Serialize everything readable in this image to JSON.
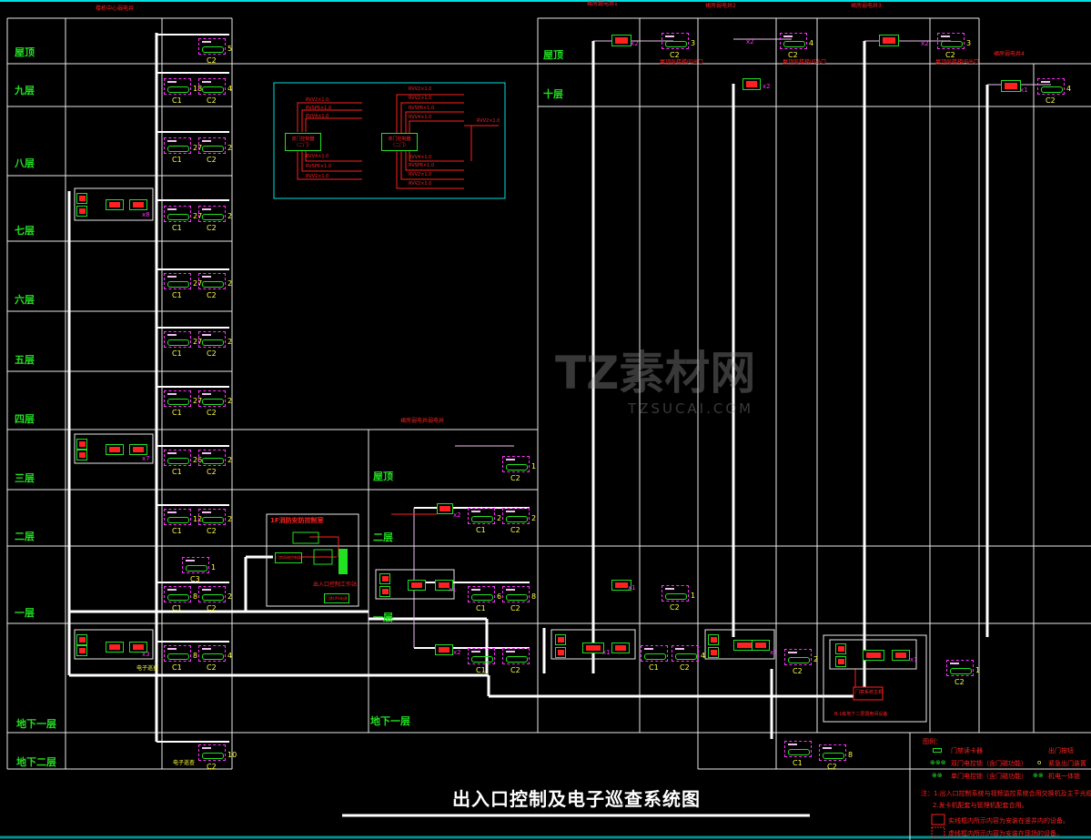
{
  "title": "出入口控制及电子巡查系统图",
  "left_building": {
    "header": "楼栋中心弱电井",
    "floors": [
      "屋顶",
      "九层",
      "八层",
      "七层",
      "六层",
      "五层",
      "四层",
      "三层",
      "二层",
      "一层",
      "地下一层",
      "地下二层"
    ]
  },
  "middle_building": {
    "header": "裙房弱电井弱电井",
    "floors": [
      "屋顶",
      "二层",
      "一层",
      "地下一层"
    ]
  },
  "right_building": {
    "headers": [
      "裙房弱电井1",
      "裙房弱电井2",
      "裙房弱电井3",
      "裙房弱电井4"
    ],
    "floors": [
      "屋顶",
      "十层"
    ]
  },
  "control_room": {
    "title": "1F消防安防控制室",
    "controller": "门禁网络控制器",
    "workstation": "出入口控制工作站",
    "ups": "门禁UPS电源"
  },
  "wiring_detail": {
    "left_box": {
      "label": "双门控制器",
      "sub": "（二门）",
      "cables_top": [
        "RVV2×1.0",
        "RVSP6×1.0",
        "RVV4×1.0"
      ],
      "cables_bottom": [
        "RVV4×1.0",
        "RVSP6×1.0",
        "RVV2×1.0"
      ]
    },
    "right_box": {
      "label": "单门控制器",
      "sub": "（二门）",
      "cables_top": [
        "RVV2×1.0",
        "RVV2×1.0",
        "RVSP6×1.0",
        "RVV4×1.0"
      ],
      "cables_bottom": [
        "RVV4×1.0",
        "RVSP6×1.0",
        "RVV2×1.0",
        "RVV2×1.0"
      ],
      "side": "RVV2×1.0"
    }
  },
  "devices": [
    {
      "label": "C2",
      "count": "5"
    },
    {
      "label": "C1",
      "count": "18"
    },
    {
      "label": "C2",
      "count": "4"
    },
    {
      "label": "C1",
      "count": "27"
    },
    {
      "label": "C2",
      "count": "2"
    },
    {
      "label": "C1",
      "count": "27"
    },
    {
      "label": "C2",
      "count": "2"
    },
    {
      "label": "C1",
      "count": "27"
    },
    {
      "label": "C2",
      "count": "2"
    },
    {
      "label": "C1",
      "count": "27"
    },
    {
      "label": "C2",
      "count": "2"
    },
    {
      "label": "C1",
      "count": "27"
    },
    {
      "label": "C2",
      "count": "2"
    },
    {
      "label": "C1",
      "count": "26"
    },
    {
      "label": "C2",
      "count": "2"
    },
    {
      "label": "C1",
      "count": "12"
    },
    {
      "label": "C2",
      "count": "2"
    },
    {
      "label": "C3",
      "count": "1"
    },
    {
      "label": "C1",
      "count": "8"
    },
    {
      "label": "C2",
      "count": "2"
    },
    {
      "label": "C1",
      "count": "8"
    },
    {
      "label": "C2",
      "count": "4"
    },
    {
      "label": "C2",
      "count": "10"
    },
    {
      "label": "C2",
      "count": "1"
    },
    {
      "label": "C1",
      "count": "2"
    },
    {
      "label": "C2",
      "count": "2"
    },
    {
      "label": "C1",
      "count": "6"
    },
    {
      "label": "C2",
      "count": "8"
    },
    {
      "label": "C1",
      "count": ""
    },
    {
      "label": "C2",
      "count": ""
    },
    {
      "label": "C2",
      "count": "3"
    },
    {
      "label": "C2",
      "count": "4"
    },
    {
      "label": "C2",
      "count": "3"
    },
    {
      "label": "C2",
      "count": "4"
    },
    {
      "label": "C2",
      "count": "1"
    },
    {
      "label": "C1",
      "count": ""
    },
    {
      "label": "C2",
      "count": "4"
    },
    {
      "label": "C2",
      "count": "2"
    },
    {
      "label": "C2",
      "count": "1"
    },
    {
      "label": "C1",
      "count": ""
    },
    {
      "label": "C2",
      "count": "8"
    }
  ],
  "multipliers": [
    "x8",
    "x7",
    "x3",
    "x2",
    "x2",
    "x1",
    "x2",
    "x1",
    "x1",
    "x1",
    "x1",
    "x1",
    "x2",
    "x2",
    "x2"
  ],
  "notes": {
    "device_notes": [
      "屋顶层楼梯间出口",
      "屋顶层楼梯间出口",
      "屋顶层楼梯间出口"
    ],
    "b2_label": "电子巡查",
    "b1_label": "电子巡查",
    "right_box_label": "B-1栋地下二层弱电间设备",
    "backbone_label": "门禁系统主机"
  },
  "legend": {
    "title": "图例：",
    "items": [
      "门禁读卡器",
      "双门电控锁（含门磁功能）",
      "单门电控锁（含门磁功能）",
      "出门按钮",
      "紧急出门装置",
      "机电一体锁"
    ],
    "note1": "注：1.出入口控制系统与视频监控系统合用交换机及主干光缆。",
    "note2": "2.发卡机配套与管理机配套合用。",
    "box1": "实线框内所示内容为安装在竖井内的设备。",
    "box2": "虚线框内所示内容为安装在现场的设备。"
  },
  "watermark": {
    "brand": "TZ素材网",
    "url": "TZSUCAI.COM"
  }
}
